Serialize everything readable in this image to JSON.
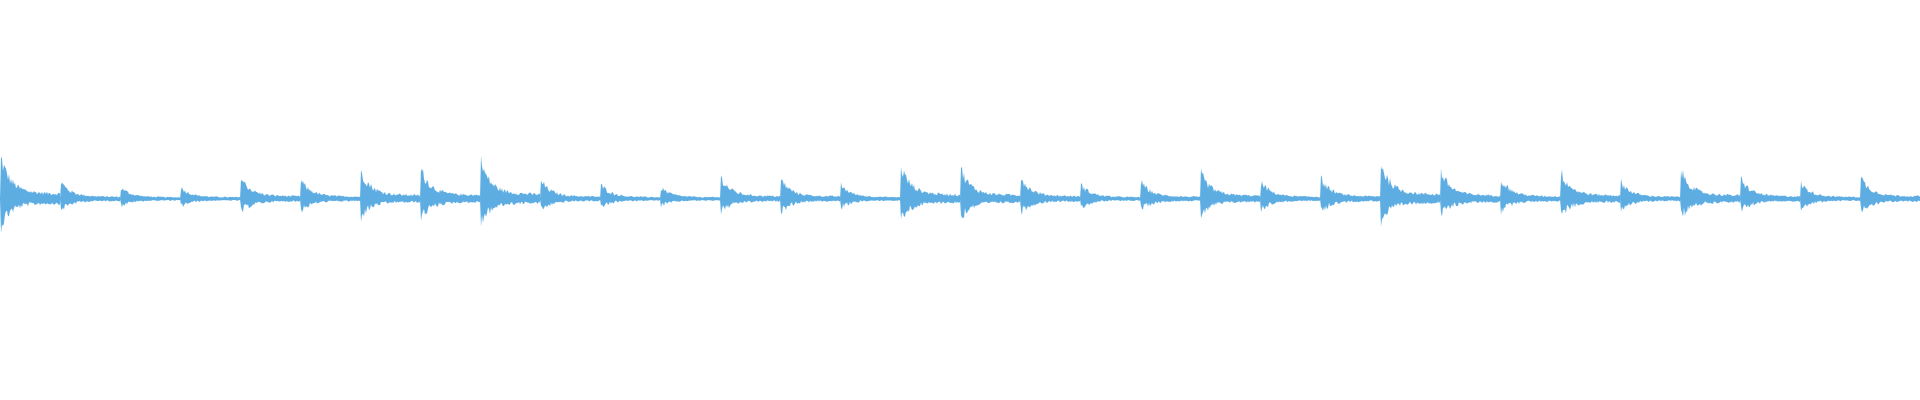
{
  "waveform": {
    "color": "#5dade2",
    "segments": [
      {
        "peak": 0.29
      },
      {
        "peak": 0.12
      },
      {
        "peak": 0.08
      },
      {
        "peak": 0.08
      },
      {
        "peak": 0.15
      },
      {
        "peak": 0.13
      },
      {
        "peak": 0.2
      },
      {
        "peak": 0.21
      },
      {
        "peak": 0.26
      },
      {
        "peak": 0.13
      },
      {
        "peak": 0.1
      },
      {
        "peak": 0.08
      },
      {
        "peak": 0.15
      },
      {
        "peak": 0.14
      },
      {
        "peak": 0.1
      },
      {
        "peak": 0.23
      },
      {
        "peak": 0.21
      },
      {
        "peak": 0.15
      },
      {
        "peak": 0.1
      },
      {
        "peak": 0.12
      },
      {
        "peak": 0.18
      },
      {
        "peak": 0.12
      },
      {
        "peak": 0.14
      },
      {
        "peak": 0.25
      },
      {
        "peak": 0.19
      },
      {
        "peak": 0.14
      },
      {
        "peak": 0.19
      },
      {
        "peak": 0.12
      },
      {
        "peak": 0.2
      },
      {
        "peak": 0.14
      },
      {
        "peak": 0.11
      },
      {
        "peak": 0.15
      }
    ]
  }
}
